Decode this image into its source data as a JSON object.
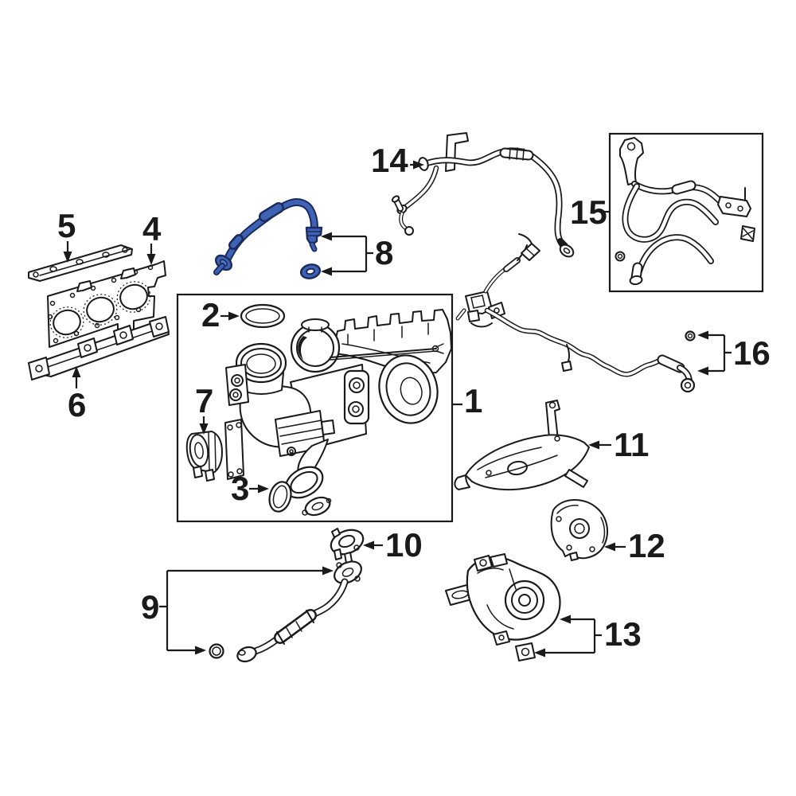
{
  "diagram": {
    "kind": "exploded-parts-diagram",
    "background_color": "#ffffff",
    "line_color": "#1a1a1a",
    "highlight_fill_color": "#3E63B5",
    "highlight_outline_color": "#1C2A5E",
    "highlighted_callout": "8"
  },
  "callouts": [
    {
      "number": "1"
    },
    {
      "number": "2"
    },
    {
      "number": "3"
    },
    {
      "number": "4"
    },
    {
      "number": "5"
    },
    {
      "number": "6"
    },
    {
      "number": "7"
    },
    {
      "number": "8"
    },
    {
      "number": "9"
    },
    {
      "number": "10"
    },
    {
      "number": "11"
    },
    {
      "number": "12"
    },
    {
      "number": "13"
    },
    {
      "number": "14"
    },
    {
      "number": "15"
    },
    {
      "number": "16"
    }
  ]
}
